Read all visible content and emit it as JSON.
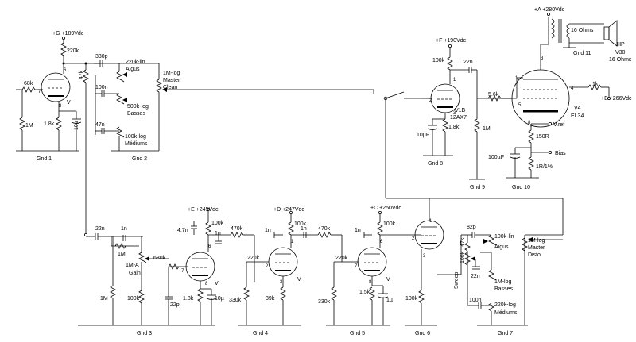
{
  "rails": {
    "A": "+A +280Vdc",
    "B": "+B +266Vdc",
    "C": "+C +250Vdc",
    "D": "+D +247Vdc",
    "E": "+E +245Vdc",
    "F": "+F +190Vdc",
    "G": "+G +189Vdc"
  },
  "grounds": [
    "Gnd 1",
    "Gnd 2",
    "Gnd 3",
    "Gnd 4",
    "Gnd 5",
    "Gnd 6",
    "Gnd 7",
    "Gnd 8",
    "Gnd 9",
    "Gnd 10",
    "Gnd 11"
  ],
  "stage1": {
    "r_grid": "68k",
    "r_gleak": "1M",
    "r_cathode": "1.8k",
    "c_cathode": "10µ",
    "r_plate": "220k",
    "c_bright": "330p",
    "r_split": "47k",
    "pot_treble": "220k-lin",
    "pot_treble_name": "Aigus",
    "c_mid1": "100n",
    "pot_bass": "500k-log",
    "pot_bass_name": "Basses",
    "c_mid2": "47n",
    "pot_mid": "100k-log",
    "pot_mid_name": "Médiums",
    "pot_master": "1M-log",
    "pot_master_name1": "Master",
    "pot_master_name2": "Clean",
    "pin_plate": "6",
    "pin_grid": "7",
    "pin_cathode": "8",
    "tube_mark": "V"
  },
  "stage2": {
    "c_in": "22n",
    "c_bright": "1n",
    "r_series": "1M",
    "r_gleak": "1M",
    "pot_gain": "1M-A",
    "pot_gain_name": "Gain",
    "r_pot": "100k",
    "r_grid": "680k",
    "c_grid": "22p",
    "r_plate": "100k",
    "c_bypass": "4.7n",
    "c_couple": "1n",
    "r_cathode": "1.8k",
    "c_cathode": "10µ",
    "pin_plate": "6",
    "pin_grid": "7",
    "pin_cathode": "8",
    "tube_mark": "V"
  },
  "stage3": {
    "r_series": "470k",
    "r_grid": "220k",
    "r_gnd": "330k",
    "r_plate": "100k",
    "c_couple": "1n",
    "c_plate": "1n",
    "r_cathode": "39k",
    "pin_plate": "1",
    "pin_grid": "2",
    "pin_cathode": "3",
    "tube_mark": "V"
  },
  "stage4": {
    "r_series": "470k",
    "r_grid": "220k",
    "r_gnd": "330k",
    "r_plate": "100k",
    "c_couple": "1n",
    "r_cathode": "1.5k",
    "c_cathode": "1µ",
    "pin_plate": "6",
    "pin_grid": "7",
    "pin_cathode": "8",
    "tube_mark": "V"
  },
  "stage5": {
    "r_cathode": "100k",
    "pin_plate": "1",
    "pin_grid": "2",
    "pin_cathode": "3"
  },
  "tonestack2": {
    "c_treble": "82p",
    "pot_treble": "100k-lin",
    "pot_treble_name": "Aigus",
    "r_split": "47k",
    "pot_sweep": "100k",
    "pot_sweep_name": "Sweep",
    "c_bass": "22n",
    "pot_bass": "1M-log",
    "pot_bass_name": "Basses",
    "c_mid": "100n",
    "pot_mid": "220k-log",
    "pot_mid_name": "Médiums",
    "pot_master": "1M-log",
    "pot_master_name1": "Master",
    "pot_master_name2": "Disto"
  },
  "phase_inv": {
    "r_plate": "100k",
    "c_out": "22n",
    "r_grid": "1M",
    "r_cathode": "1.8k",
    "c_cathode": "10µF",
    "tube": "V1B",
    "tube_type": "12AX7",
    "pin_plate": "1",
    "pin_grid": "2",
    "pin_cathode": "3"
  },
  "power": {
    "tube": "V4",
    "tube_type": "EL34",
    "r_grid": "5.6k",
    "r_screen": "1k",
    "r_cath": "150R",
    "r_sense": "1R/1%",
    "c_cath": "100µF",
    "label_vref": "V.ref",
    "label_bias": "Bias",
    "xfmr_ohms": "16 Ohms",
    "spk": "HP",
    "spk_model": "V30",
    "spk_ohms": "16 Ohms",
    "pin_plate": "3",
    "pin_grid": "5",
    "pin_screen": "4",
    "pin_cathode": "8",
    "pin_heater": "1"
  }
}
